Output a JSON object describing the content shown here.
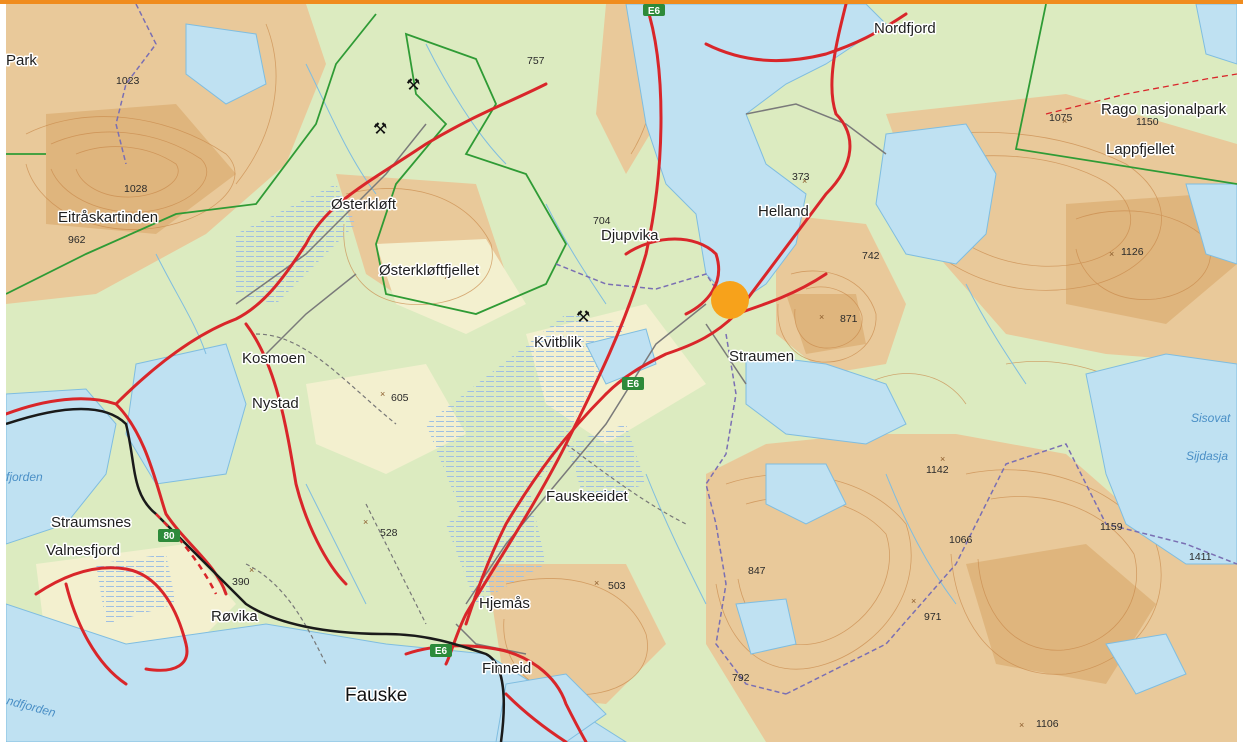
{
  "colors": {
    "accent_bar": "#f08c1e",
    "water": "#bfe1f2",
    "water_line": "#7fbde0",
    "forest": "#dcebc0",
    "open_land": "#f3f0cf",
    "mountain": "#e9c99a",
    "mountain_high": "#dfb57d",
    "contour": "#c98a4c",
    "road_main": "#d9262a",
    "railway": "#1a1a1a",
    "park_border": "#2f9b35",
    "municipal_border": "#7a6fb3",
    "marsh": "#a9c7e6",
    "marker": "#f7a21b"
  },
  "places": {
    "nordfjord": "Nordfjord",
    "eitraskartinden": "Eitråskartinden",
    "osterkloft": "Østerkløft",
    "osterkloftfjellet": "Østerkløftfjellet",
    "djupvika": "Djupvika",
    "helland": "Helland",
    "kvitblik": "Kvitblik",
    "straumen": "Straumen",
    "kosmoen": "Kosmoen",
    "nystad": "Nystad",
    "fauskeeidet": "Fauskeeidet",
    "straumsnes": "Straumsnes",
    "valnesfjord": "Valnesfjord",
    "hjemas": "Hjemås",
    "rovika": "Røvika",
    "finneid": "Finneid",
    "fauske": "Fauske",
    "rago": "Rago nasjonalpark",
    "lappfjellet": "Lappfjellet",
    "park_partial": "Park"
  },
  "water_labels": {
    "fjorden_left": "fjorden",
    "fjorden_bottom": "ndfjorden",
    "sisovat": "Sisovat",
    "sijdasja": "Sijdasja"
  },
  "elevations": {
    "e1023": "1023",
    "e1028": "1028",
    "e962": "962",
    "e757": "757",
    "e704": "704",
    "e373": "373",
    "e742": "742",
    "e871": "871",
    "e605": "605",
    "e528": "528",
    "e390": "390",
    "e503": "503",
    "e847": "847",
    "e792": "792",
    "e1142": "1142",
    "e1066": "1066",
    "e971": "971",
    "e1159": "1159",
    "e1411": "1411",
    "e1106": "1106",
    "e1126": "1126",
    "e1075": "1075",
    "e1150": "1150"
  },
  "road_shields": {
    "e6_top": "E6",
    "e6_middle": "E6",
    "e6_bottom": "E6",
    "r80": "80"
  },
  "icons": [
    "mine-icon",
    "location-marker-icon"
  ]
}
